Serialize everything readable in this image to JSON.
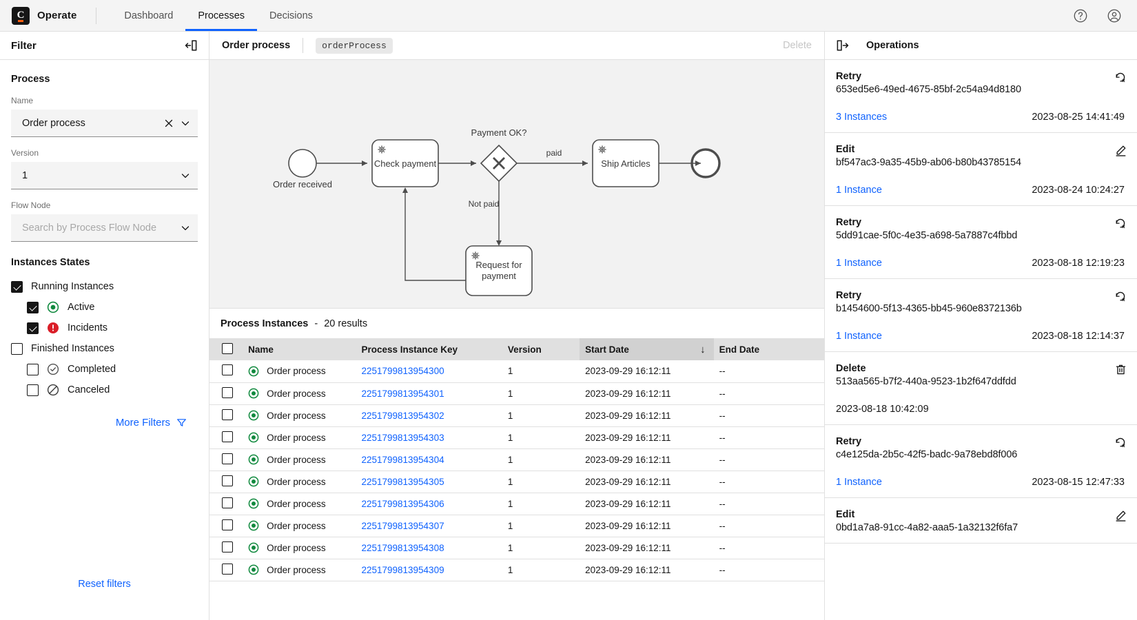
{
  "header": {
    "brand": "Operate",
    "logo_letter": "C",
    "nav": [
      {
        "label": "Dashboard",
        "active": false
      },
      {
        "label": "Processes",
        "active": true
      },
      {
        "label": "Decisions",
        "active": false
      }
    ],
    "help_icon": "help-icon",
    "user_icon": "user-avatar-icon"
  },
  "filters": {
    "title": "Filter",
    "collapse_icon": "collapse-left-panel-icon",
    "process_section": "Process",
    "name_label": "Name",
    "name_value": "Order process",
    "version_label": "Version",
    "version_value": "1",
    "flownode_label": "Flow Node",
    "flownode_placeholder": "Search by Process Flow Node",
    "states_title": "Instances States",
    "states": [
      {
        "label": "Running Instances",
        "checked": true,
        "indent": false,
        "icon": null
      },
      {
        "label": "Active",
        "checked": true,
        "indent": true,
        "icon": "active-icon"
      },
      {
        "label": "Incidents",
        "checked": true,
        "indent": true,
        "icon": "incident-icon"
      },
      {
        "label": "Finished Instances",
        "checked": false,
        "indent": false,
        "icon": null
      },
      {
        "label": "Completed",
        "checked": false,
        "indent": true,
        "icon": "completed-icon"
      },
      {
        "label": "Canceled",
        "checked": false,
        "indent": true,
        "icon": "canceled-icon"
      }
    ],
    "more_filters": "More Filters",
    "more_filters_icon": "filter-funnel-icon",
    "reset": "Reset filters"
  },
  "diagram": {
    "title": "Order process",
    "process_id": "orderProcess",
    "delete_label": "Delete",
    "nodes": {
      "start_event": "Order received",
      "check_payment": "Check payment",
      "gateway": "Payment OK?",
      "ship_articles": "Ship Articles",
      "request_payment": "Request for payment"
    },
    "flows": {
      "paid": "paid",
      "not_paid": "Not paid"
    }
  },
  "instances": {
    "title": "Process Instances",
    "separator": "-",
    "results": "20 results",
    "columns": [
      "Name",
      "Process Instance Key",
      "Version",
      "Start Date",
      "End Date"
    ],
    "sorted_column": "Start Date",
    "sort_direction": "↓",
    "rows": [
      {
        "name": "Order process",
        "key": "2251799813954300",
        "version": "1",
        "start": "2023-09-29 16:12:11",
        "end": "--",
        "state": "active"
      },
      {
        "name": "Order process",
        "key": "2251799813954301",
        "version": "1",
        "start": "2023-09-29 16:12:11",
        "end": "--",
        "state": "active"
      },
      {
        "name": "Order process",
        "key": "2251799813954302",
        "version": "1",
        "start": "2023-09-29 16:12:11",
        "end": "--",
        "state": "active"
      },
      {
        "name": "Order process",
        "key": "2251799813954303",
        "version": "1",
        "start": "2023-09-29 16:12:11",
        "end": "--",
        "state": "active"
      },
      {
        "name": "Order process",
        "key": "2251799813954304",
        "version": "1",
        "start": "2023-09-29 16:12:11",
        "end": "--",
        "state": "active"
      },
      {
        "name": "Order process",
        "key": "2251799813954305",
        "version": "1",
        "start": "2023-09-29 16:12:11",
        "end": "--",
        "state": "active"
      },
      {
        "name": "Order process",
        "key": "2251799813954306",
        "version": "1",
        "start": "2023-09-29 16:12:11",
        "end": "--",
        "state": "active"
      },
      {
        "name": "Order process",
        "key": "2251799813954307",
        "version": "1",
        "start": "2023-09-29 16:12:11",
        "end": "--",
        "state": "active"
      },
      {
        "name": "Order process",
        "key": "2251799813954308",
        "version": "1",
        "start": "2023-09-29 16:12:11",
        "end": "--",
        "state": "active"
      },
      {
        "name": "Order process",
        "key": "2251799813954309",
        "version": "1",
        "start": "2023-09-29 16:12:11",
        "end": "--",
        "state": "active"
      }
    ]
  },
  "operations": {
    "title": "Operations",
    "collapse_icon": "collapse-right-panel-icon",
    "items": [
      {
        "type": "Retry",
        "id": "653ed5e6-49ed-4675-85bf-2c54a94d8180",
        "instances": "3 Instances",
        "date": "2023-08-25 14:41:49",
        "icon": "retry-icon"
      },
      {
        "type": "Edit",
        "id": "bf547ac3-9a35-45b9-ab06-b80b43785154",
        "instances": "1 Instance",
        "date": "2023-08-24 10:24:27",
        "icon": "edit-icon"
      },
      {
        "type": "Retry",
        "id": "5dd91cae-5f0c-4e35-a698-5a7887c4fbbd",
        "instances": "1 Instance",
        "date": "2023-08-18 12:19:23",
        "icon": "retry-icon"
      },
      {
        "type": "Retry",
        "id": "b1454600-5f13-4365-bb45-960e8372136b",
        "instances": "1 Instance",
        "date": "2023-08-18 12:14:37",
        "icon": "retry-icon"
      },
      {
        "type": "Delete",
        "id": "513aa565-b7f2-440a-9523-1b2f647ddfdd",
        "instances": "",
        "date": "2023-08-18 10:42:09",
        "icon": "delete-icon"
      },
      {
        "type": "Retry",
        "id": "c4e125da-2b5c-42f5-badc-9a78ebd8f006",
        "instances": "1 Instance",
        "date": "2023-08-15 12:47:33",
        "icon": "retry-icon"
      },
      {
        "type": "Edit",
        "id": "0bd1a7a8-91cc-4a82-aaa5-1a32132f6fa7",
        "instances": "",
        "date": "",
        "icon": "edit-icon"
      }
    ]
  },
  "colors": {
    "accent": "#0f62fe",
    "active": "#10893e",
    "incident": "#da1e28",
    "dark": "#161616"
  }
}
